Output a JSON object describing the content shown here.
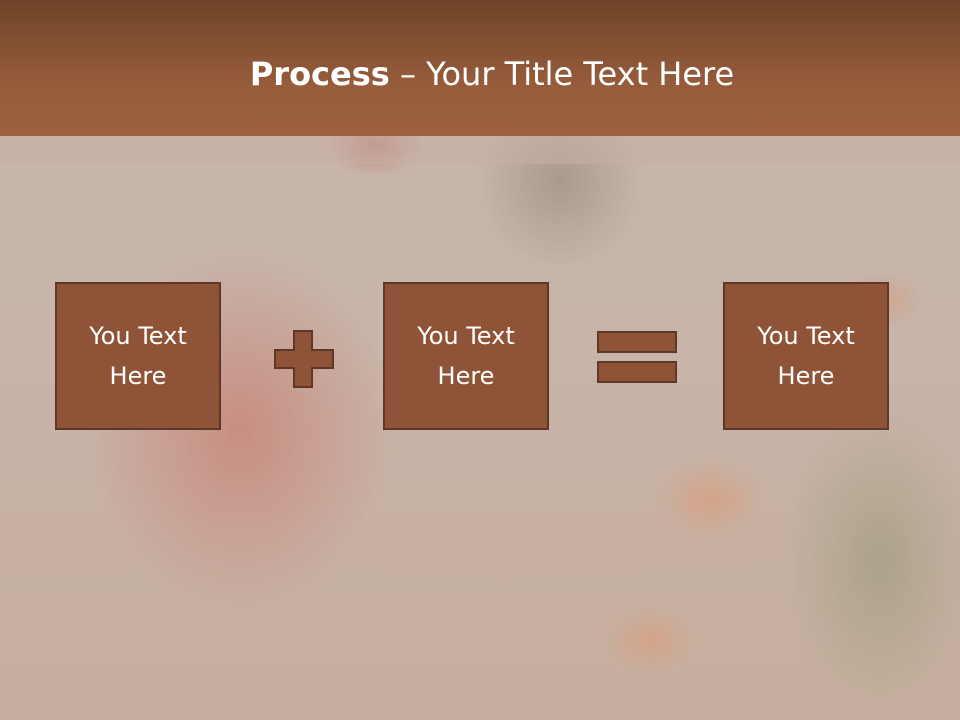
{
  "slide": {
    "title_bold": "Process",
    "title_rest": " – Your Title Text Here",
    "boxes": [
      {
        "label": "You Text\nHere"
      },
      {
        "label": "You Text\nHere"
      },
      {
        "label": "You Text\nHere"
      }
    ],
    "operators": [
      "plus-icon",
      "equals-icon"
    ]
  },
  "colors": {
    "header": "#955b3b",
    "box_fill": "#8f5437",
    "box_border": "#5e3826",
    "text": "#ffffff"
  }
}
